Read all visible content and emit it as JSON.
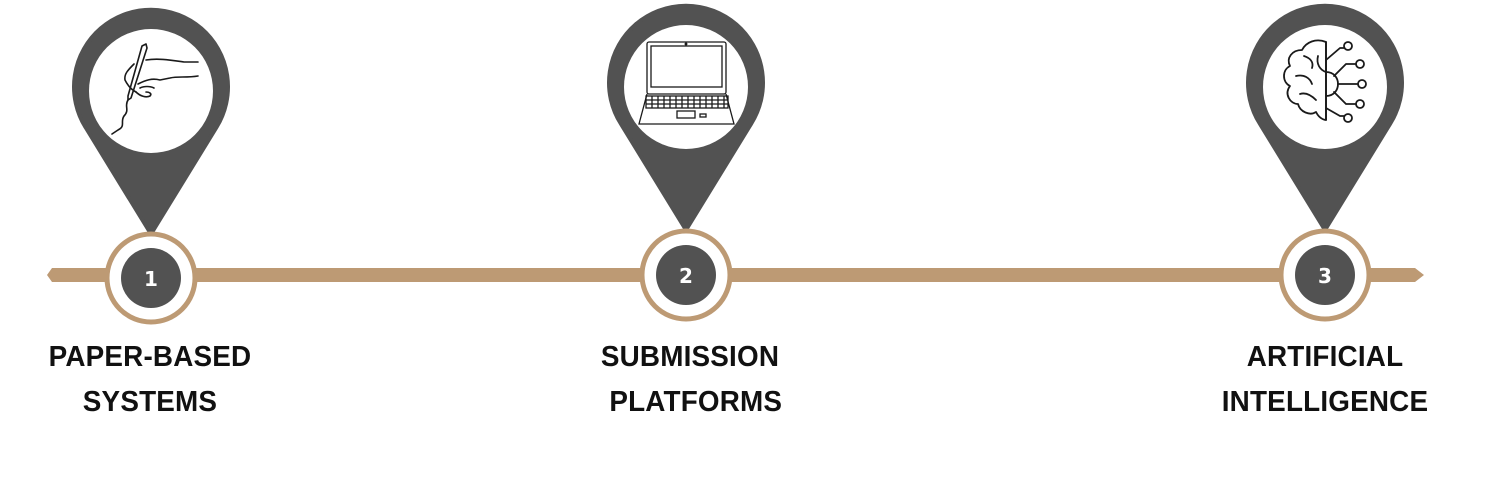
{
  "colors": {
    "pin": "#525252",
    "timeline": "#bd9a74",
    "label": "#111111",
    "icon_bg": "#ffffff"
  },
  "timeline": {
    "steps": [
      {
        "number": "1",
        "label_line1": "PAPER-BASED",
        "label_line2": "SYSTEMS",
        "icon": "hand-writing-pen-icon"
      },
      {
        "number": "2",
        "label_line1": "SUBMISSION",
        "label_line2": "PLATFORMS",
        "icon": "laptop-icon"
      },
      {
        "number": "3",
        "label_line1": "ARTIFICIAL",
        "label_line2": "INTELLIGENCE",
        "icon": "ai-brain-circuit-icon"
      }
    ]
  }
}
